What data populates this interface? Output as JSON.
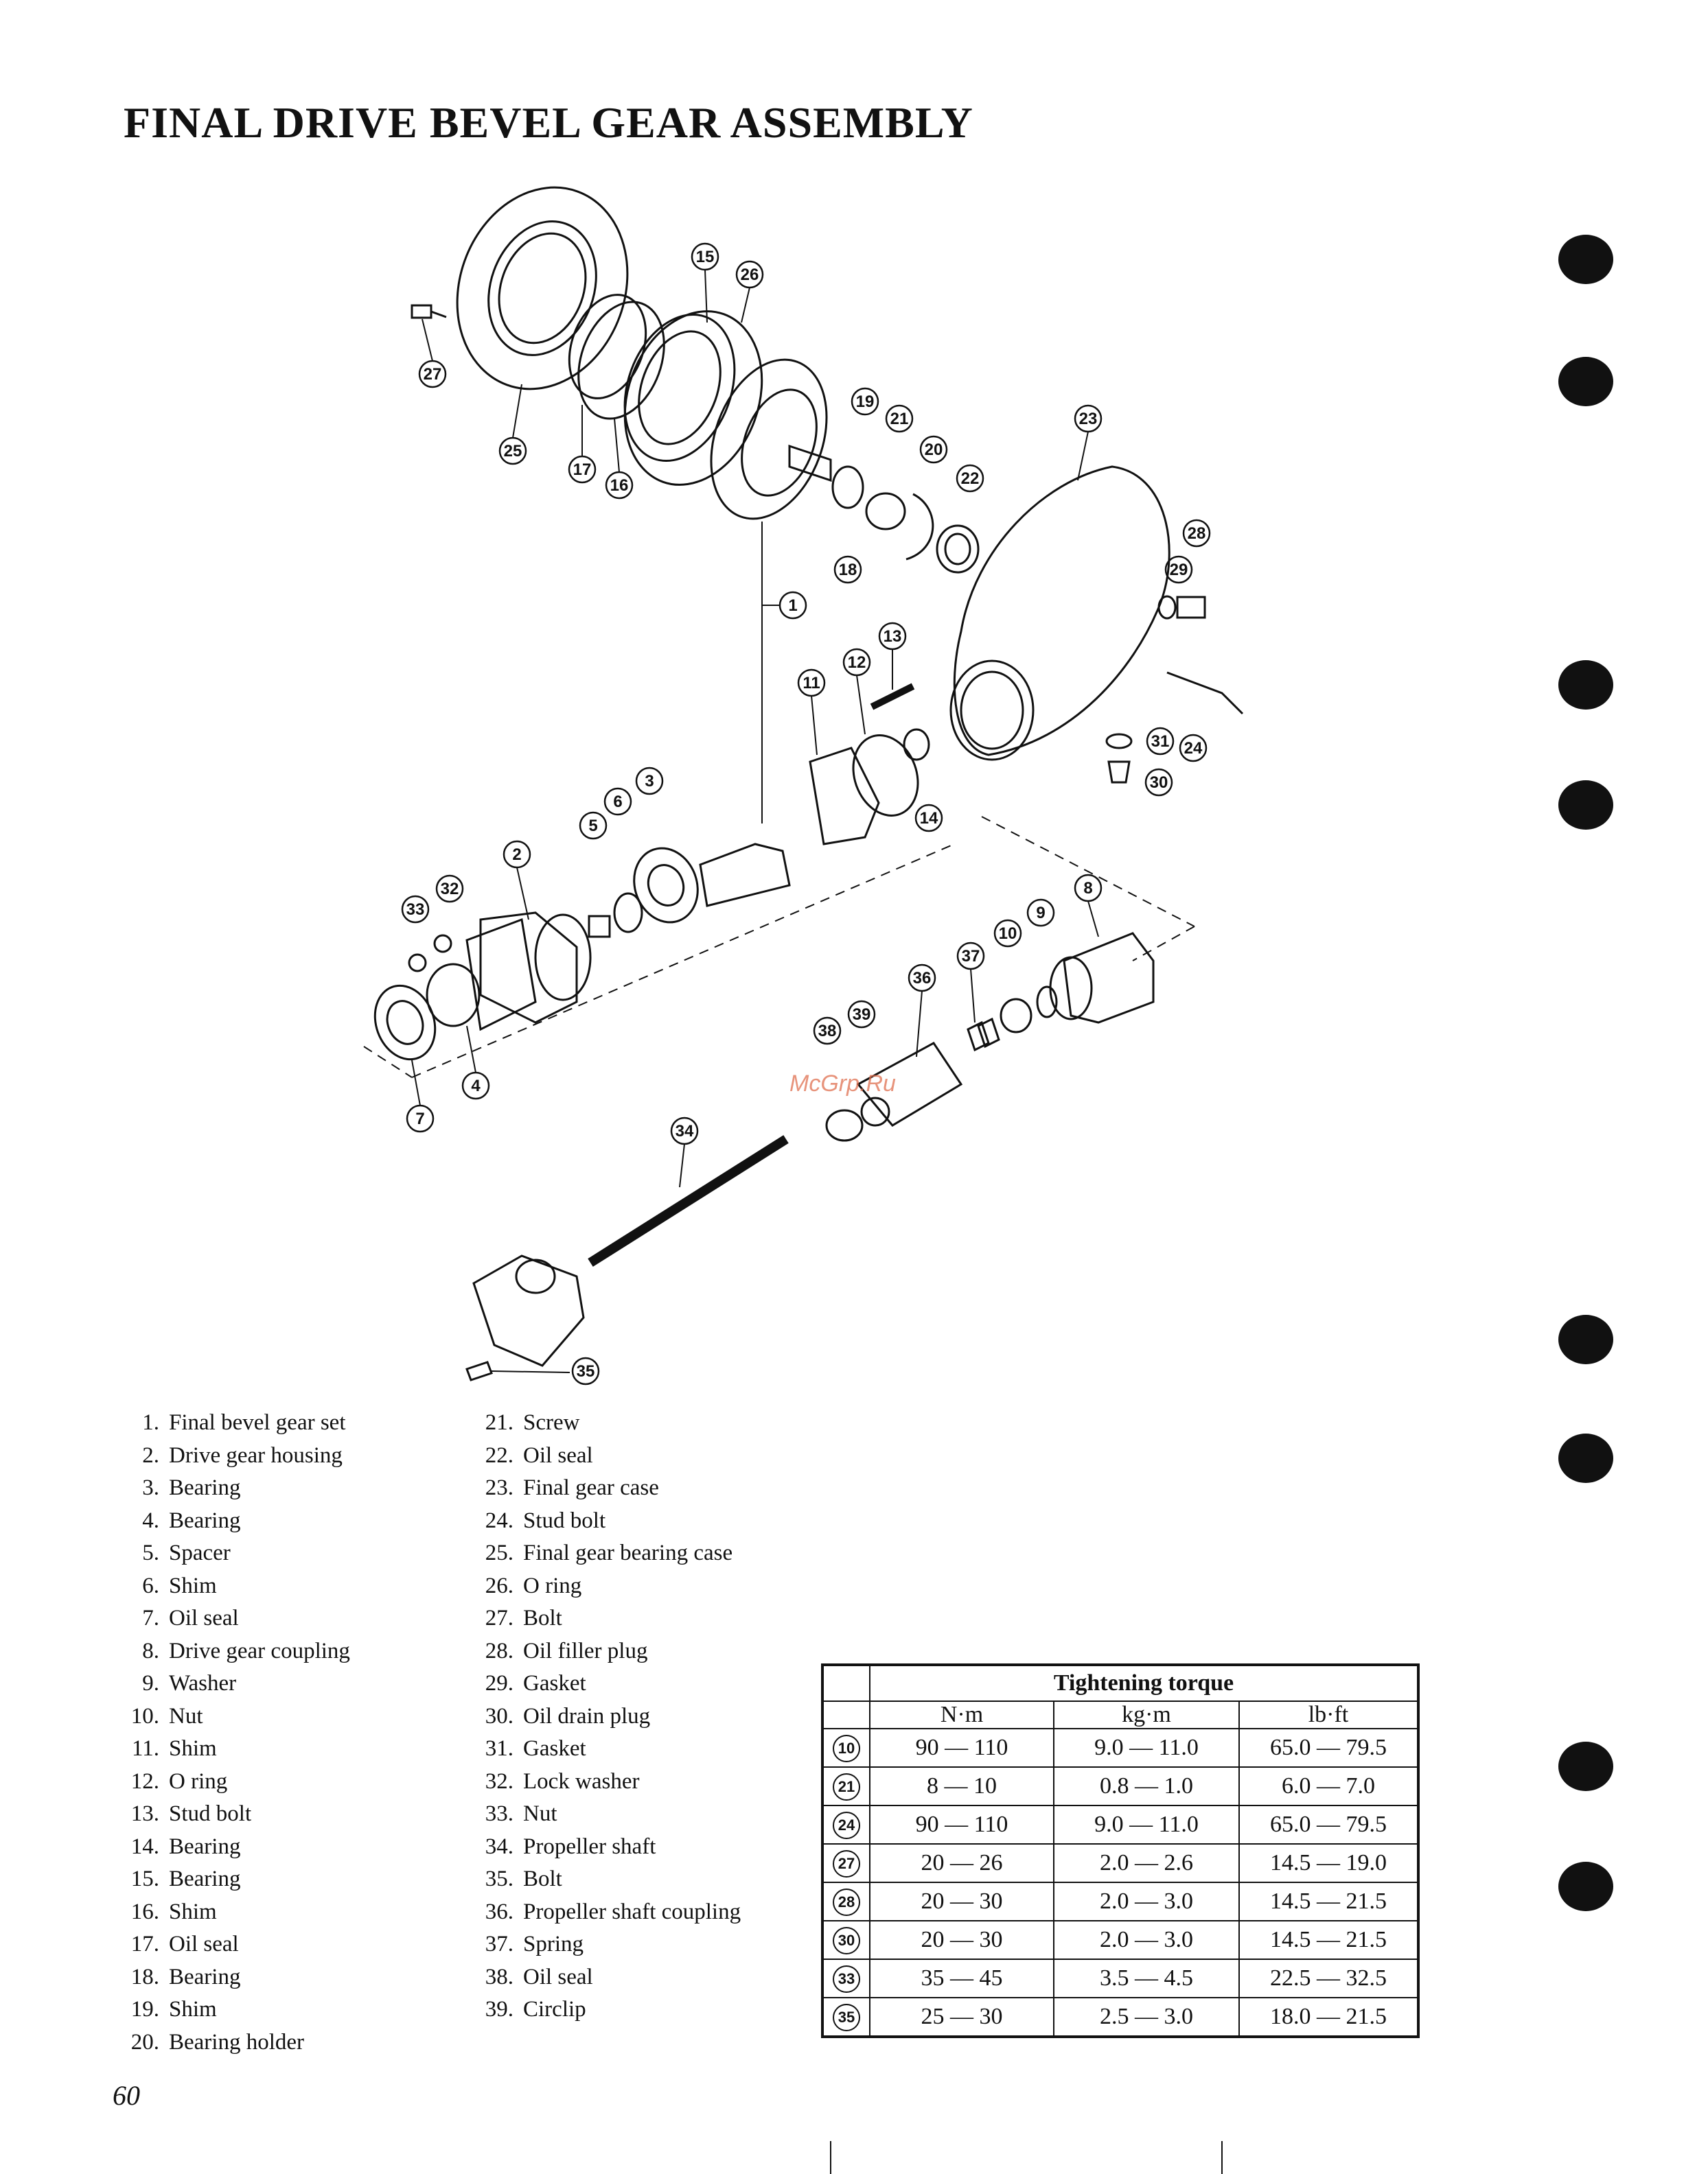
{
  "title": "FINAL DRIVE BEVEL GEAR ASSEMBLY",
  "page_number": "60",
  "watermark": "McGrp.Ru",
  "parts_left": [
    {
      "num": "1.",
      "name": "Final bevel gear set"
    },
    {
      "num": "2.",
      "name": "Drive gear housing"
    },
    {
      "num": "3.",
      "name": "Bearing"
    },
    {
      "num": "4.",
      "name": "Bearing"
    },
    {
      "num": "5.",
      "name": "Spacer"
    },
    {
      "num": "6.",
      "name": "Shim"
    },
    {
      "num": "7.",
      "name": "Oil seal"
    },
    {
      "num": "8.",
      "name": "Drive gear coupling"
    },
    {
      "num": "9.",
      "name": "Washer"
    },
    {
      "num": "10.",
      "name": "Nut"
    },
    {
      "num": "11.",
      "name": "Shim"
    },
    {
      "num": "12.",
      "name": "O ring"
    },
    {
      "num": "13.",
      "name": "Stud bolt"
    },
    {
      "num": "14.",
      "name": "Bearing"
    },
    {
      "num": "15.",
      "name": "Bearing"
    },
    {
      "num": "16.",
      "name": "Shim"
    },
    {
      "num": "17.",
      "name": "Oil seal"
    },
    {
      "num": "18.",
      "name": "Bearing"
    },
    {
      "num": "19.",
      "name": "Shim"
    },
    {
      "num": "20.",
      "name": "Bearing holder"
    }
  ],
  "parts_right": [
    {
      "num": "21.",
      "name": "Screw"
    },
    {
      "num": "22.",
      "name": "Oil seal"
    },
    {
      "num": "23.",
      "name": "Final gear case"
    },
    {
      "num": "24.",
      "name": "Stud bolt"
    },
    {
      "num": "25.",
      "name": "Final gear bearing case"
    },
    {
      "num": "26.",
      "name": "O ring"
    },
    {
      "num": "27.",
      "name": "Bolt"
    },
    {
      "num": "28.",
      "name": "Oil filler plug"
    },
    {
      "num": "29.",
      "name": "Gasket"
    },
    {
      "num": "30.",
      "name": "Oil drain plug"
    },
    {
      "num": "31.",
      "name": "Gasket"
    },
    {
      "num": "32.",
      "name": "Lock washer"
    },
    {
      "num": "33.",
      "name": "Nut"
    },
    {
      "num": "34.",
      "name": "Propeller shaft"
    },
    {
      "num": "35.",
      "name": "Bolt"
    },
    {
      "num": "36.",
      "name": "Propeller shaft coupling"
    },
    {
      "num": "37.",
      "name": "Spring"
    },
    {
      "num": "38.",
      "name": "Oil seal"
    },
    {
      "num": "39.",
      "name": "Circlip"
    }
  ],
  "torque_table": {
    "title": "Tightening torque",
    "headers": [
      "N·m",
      "kg·m",
      "lb·ft"
    ],
    "rows": [
      {
        "ref": "10",
        "nm": "90 — 110",
        "kgm": "9.0 — 11.0",
        "lbft": "65.0 — 79.5"
      },
      {
        "ref": "21",
        "nm": "8 — 10",
        "kgm": "0.8 — 1.0",
        "lbft": "6.0 — 7.0"
      },
      {
        "ref": "24",
        "nm": "90 — 110",
        "kgm": "9.0 — 11.0",
        "lbft": "65.0 — 79.5"
      },
      {
        "ref": "27",
        "nm": "20 — 26",
        "kgm": "2.0 — 2.6",
        "lbft": "14.5 — 19.0"
      },
      {
        "ref": "28",
        "nm": "20 — 30",
        "kgm": "2.0 — 3.0",
        "lbft": "14.5 — 21.5"
      },
      {
        "ref": "30",
        "nm": "20 — 30",
        "kgm": "2.0 — 3.0",
        "lbft": "14.5 — 21.5"
      },
      {
        "ref": "33",
        "nm": "35 — 45",
        "kgm": "3.5 — 4.5",
        "lbft": "22.5 — 32.5"
      },
      {
        "ref": "35",
        "nm": "25 — 30",
        "kgm": "2.5 — 3.0",
        "lbft": "18.0 — 21.5"
      }
    ]
  },
  "diagram_callouts": [
    "1",
    "2",
    "3",
    "4",
    "5",
    "6",
    "7",
    "8",
    "9",
    "10",
    "11",
    "12",
    "13",
    "14",
    "15",
    "16",
    "17",
    "18",
    "19",
    "20",
    "21",
    "22",
    "23",
    "24",
    "25",
    "26",
    "27",
    "28",
    "29",
    "30",
    "31",
    "32",
    "33",
    "34",
    "35",
    "36",
    "37",
    "38",
    "39"
  ]
}
